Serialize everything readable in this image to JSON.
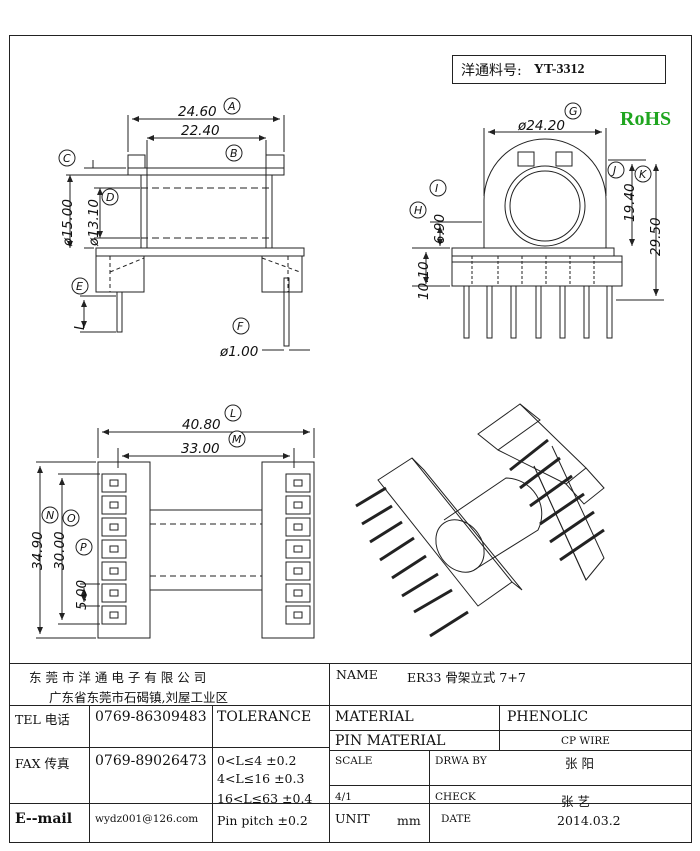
{
  "header": {
    "part_label": "洋通料号:",
    "part_number": "YT-3312",
    "rohs": "RoHS"
  },
  "dimensions": {
    "A": "24.60",
    "B": "22.40",
    "C": "ø15.00",
    "D": "ø13.10",
    "E": "",
    "L_label": "L",
    "F": "ø1.00",
    "G": "ø24.20",
    "H": "6.90",
    "I": "",
    "J": "19.40",
    "K": "29.50",
    "side_left": "10.10",
    "L": "40.80",
    "M": "33.00",
    "N": "34.90",
    "O": "30.00",
    "P": "5.00"
  },
  "balloons": [
    "A",
    "B",
    "C",
    "D",
    "E",
    "F",
    "G",
    "H",
    "I",
    "J",
    "K",
    "L",
    "M",
    "N",
    "O",
    "P"
  ],
  "title_block": {
    "company": "东 莞 市 洋 通 电 子 有 限 公 司",
    "address": "广东省东莞市石碣镇,刘屋工业区",
    "tel_label": "TEL 电话",
    "tel": "0769-86309483",
    "fax_label": "FAX 传真",
    "fax": "0769-89026473",
    "email_label": "E--mail",
    "email": "wydz001@126.com",
    "tolerance_label": "TOLERANCE",
    "tolerances": [
      "0<L≤4   ±0.2",
      "4<L≤16  ±0.3",
      "16<L≤63  ±0.4",
      "Pin pitch  ±0.2"
    ],
    "name_label": "NAME",
    "name": "ER33 骨架立式 7+7",
    "material_label": "MATERIAL",
    "material": "PHENOLIC",
    "pin_material_label": "PIN MATERIAL",
    "pin_material": "CP WIRE",
    "scale_label": "SCALE",
    "scale": "4/1",
    "drawn_label": "DRWA BY",
    "drawn": "张 阳",
    "check_label": "CHECK",
    "check": "张 艺",
    "unit_label": "UNIT",
    "unit": "mm",
    "date_label": "DATE",
    "date": "2014.03.2"
  }
}
